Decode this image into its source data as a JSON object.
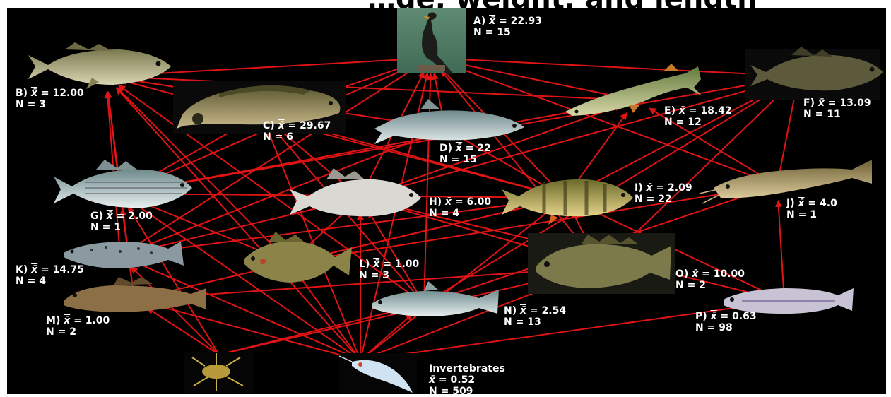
{
  "header": {
    "partial_text": "…ge, weight, and length"
  },
  "colors": {
    "background": "#000000",
    "arrow": "#e01414",
    "label": "#ffffff"
  },
  "xbar_symbol": "x̄",
  "nodes": [
    {
      "id": "A",
      "name": "cormorant",
      "icon": "double-crested-cormorant",
      "mean": "22.93",
      "n": "15"
    },
    {
      "id": "B",
      "name": "largemouth-bass",
      "icon": "largemouth-bass",
      "mean": "12.00",
      "n": "3"
    },
    {
      "id": "C",
      "name": "bowfin",
      "icon": "bowfin",
      "mean": "29.67",
      "n": "6"
    },
    {
      "id": "D",
      "name": "salmon",
      "icon": "salmon",
      "mean": "22",
      "n": "15"
    },
    {
      "id": "E",
      "name": "northern-pike",
      "icon": "northern-pike",
      "mean": "18.42",
      "n": "12"
    },
    {
      "id": "F",
      "name": "smallmouth-bass",
      "icon": "smallmouth-bass",
      "mean": "13.09",
      "n": "11"
    },
    {
      "id": "G",
      "name": "white-bass",
      "icon": "white-bass",
      "mean": "2.00",
      "n": "1"
    },
    {
      "id": "H",
      "name": "white-perch",
      "icon": "white-perch",
      "mean": "6.00",
      "n": "4"
    },
    {
      "id": "I",
      "name": "yellow-perch",
      "icon": "yellow-perch",
      "mean": "2.09",
      "n": "22"
    },
    {
      "id": "J",
      "name": "catfish",
      "icon": "catfish",
      "mean": "4.0",
      "n": "1"
    },
    {
      "id": "K",
      "name": "trout",
      "icon": "trout",
      "mean": "14.75",
      "n": "4"
    },
    {
      "id": "L",
      "name": "pumpkinseed",
      "icon": "pumpkinseed",
      "mean": "1.00",
      "n": "3"
    },
    {
      "id": "M",
      "name": "goby",
      "icon": "round-goby",
      "mean": "1.00",
      "n": "2"
    },
    {
      "id": "N",
      "name": "alewife",
      "icon": "alewife",
      "mean": "2.54",
      "n": "13"
    },
    {
      "id": "O",
      "name": "rock-bass",
      "icon": "rock-bass",
      "mean": "10.00",
      "n": "2"
    },
    {
      "id": "P",
      "name": "shiner",
      "icon": "emerald-shiner",
      "mean": "0.63",
      "n": "98"
    },
    {
      "id": "inv",
      "name": "invertebrates",
      "icon": "invertebrates",
      "title": "Invertebrates",
      "mean": "0.52",
      "n": "509"
    }
  ],
  "edges": [
    [
      "B",
      "A"
    ],
    [
      "F",
      "A"
    ],
    [
      "E",
      "A"
    ],
    [
      "D",
      "A"
    ],
    [
      "C",
      "A"
    ],
    [
      "H",
      "A"
    ],
    [
      "I",
      "A"
    ],
    [
      "J",
      "A"
    ],
    [
      "K",
      "A"
    ],
    [
      "N",
      "A"
    ],
    [
      "G",
      "A"
    ],
    [
      "O",
      "A"
    ],
    [
      "G",
      "F"
    ],
    [
      "I",
      "F"
    ],
    [
      "J",
      "F"
    ],
    [
      "N",
      "F"
    ],
    [
      "O",
      "F"
    ],
    [
      "H",
      "F"
    ],
    [
      "G",
      "E"
    ],
    [
      "I",
      "E"
    ],
    [
      "J",
      "E"
    ],
    [
      "H",
      "E"
    ],
    [
      "G",
      "C"
    ],
    [
      "H",
      "C"
    ],
    [
      "G",
      "B"
    ],
    [
      "K",
      "B"
    ],
    [
      "M",
      "B"
    ],
    [
      "L",
      "B"
    ],
    [
      "I",
      "B"
    ],
    [
      "N",
      "B"
    ],
    [
      "inv",
      "B"
    ],
    [
      "P",
      "J"
    ],
    [
      "K",
      "I"
    ],
    [
      "G",
      "I"
    ],
    [
      "P",
      "I"
    ],
    [
      "M",
      "I"
    ],
    [
      "L",
      "H"
    ],
    [
      "N",
      "H"
    ],
    [
      "O",
      "H"
    ],
    [
      "K",
      "H"
    ],
    [
      "M",
      "G"
    ],
    [
      "L",
      "G"
    ],
    [
      "inv",
      "G"
    ],
    [
      "inv",
      "K"
    ],
    [
      "inv",
      "L"
    ],
    [
      "inv",
      "M"
    ],
    [
      "inv",
      "N"
    ],
    [
      "inv",
      "O"
    ],
    [
      "inv",
      "P"
    ],
    [
      "inv",
      "H"
    ],
    [
      "inv",
      "I"
    ],
    [
      "inv",
      "C"
    ],
    [
      "inv",
      "A"
    ],
    [
      "inv2",
      "M"
    ],
    [
      "inv2",
      "K"
    ],
    [
      "inv2",
      "N"
    ],
    [
      "inv2",
      "O"
    ],
    [
      "inv2",
      "G"
    ],
    [
      "P",
      "H"
    ],
    [
      "L",
      "I"
    ],
    [
      "N",
      "C"
    ],
    [
      "O",
      "I"
    ],
    [
      "K",
      "D"
    ],
    [
      "L",
      "J"
    ],
    [
      "M",
      "O"
    ],
    [
      "N",
      "J"
    ],
    [
      "D",
      "B"
    ],
    [
      "E",
      "B"
    ],
    [
      "D",
      "I"
    ],
    [
      "C",
      "I"
    ]
  ]
}
